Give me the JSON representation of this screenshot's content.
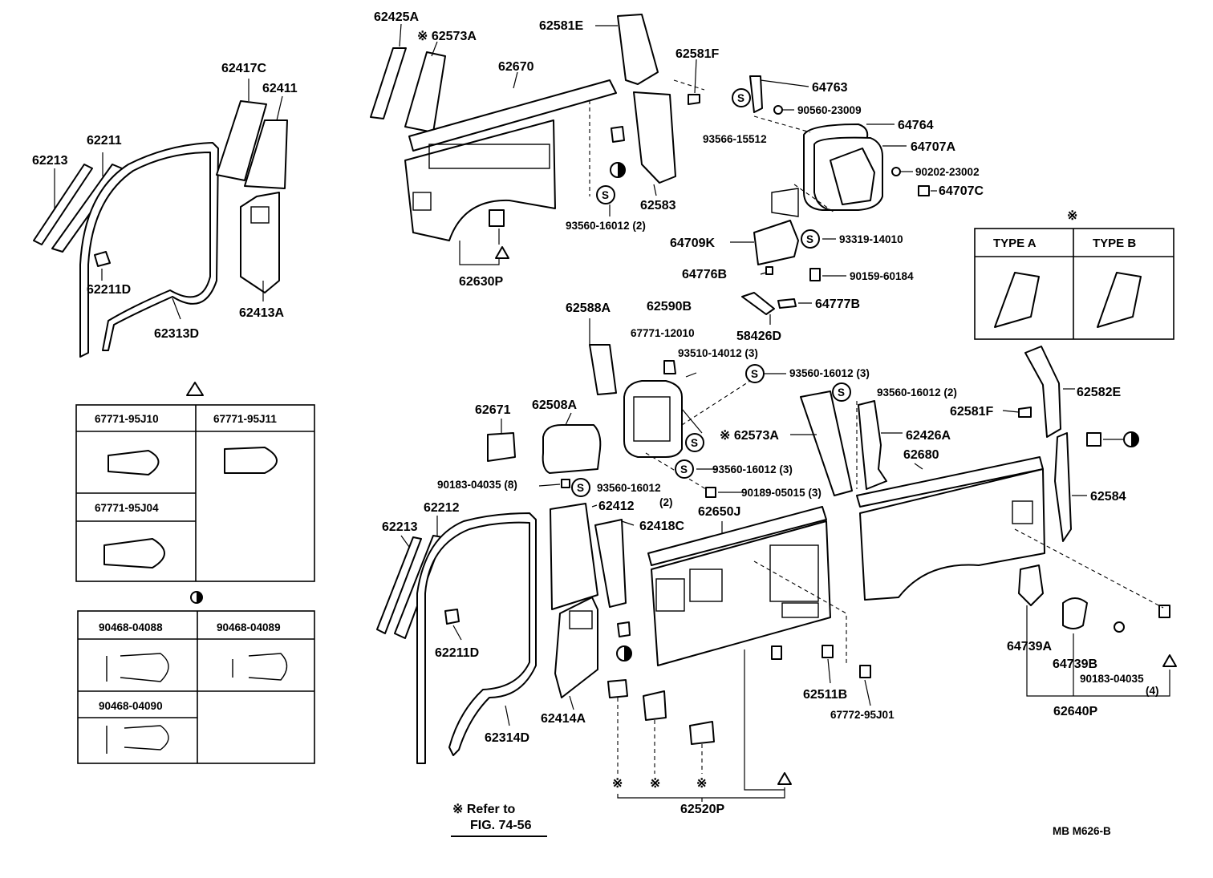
{
  "labels": {
    "p62425A": "62425A",
    "p62573A_top": "※ 62573A",
    "p62581E": "62581E",
    "p62581F_top": "62581F",
    "p62670": "62670",
    "p64763": "64763",
    "p90560_23009": "90560-23009",
    "p64764": "64764",
    "p93566_15512": "93566-15512",
    "p64707A": "64707A",
    "p90202_23002": "90202-23002",
    "p64707C": "64707C",
    "p62583": "62583",
    "p93560_16012_2a": "93560-16012 (2)",
    "p62630P": "62630P",
    "p64709K": "64709K",
    "p93319_14010": "93319-14010",
    "p64776B": "64776B",
    "p90159_60184": "90159-60184",
    "p64777B": "64777B",
    "p58426D": "58426D",
    "p62417C": "62417C",
    "p62411": "62411",
    "p62211": "62211",
    "p62213_top": "62213",
    "p62211D_top": "62211D",
    "p62413A": "62413A",
    "p62313D": "62313D",
    "p62588A": "62588A",
    "p62590B": "62590B",
    "p67771_12010": "67771-12010",
    "p93510_14012_3": "93510-14012 (3)",
    "p93560_16012_3a": "93560-16012 (3)",
    "p93560_16012_2b": "93560-16012 (2)",
    "p62671": "62671",
    "p62508A": "62508A",
    "p62573A_mid": "※ 62573A",
    "p62426A": "62426A",
    "p62680": "62680",
    "p93560_16012_3b": "93560-16012 (3)",
    "p90183_04035_8": "90183-04035 (8)",
    "p93560_16012_2c": "93560-16012",
    "p2c_qty": "(2)",
    "p90189_05015_3": "90189-05015 (3)",
    "p62412": "62412",
    "p62418C": "62418C",
    "p62650J": "62650J",
    "p62212": "62212",
    "p62213_low": "62213",
    "p62211D_low": "62211D",
    "p62314D": "62314D",
    "p62414A": "62414A",
    "p62511B": "62511B",
    "p67772_95J01": "67772-95J01",
    "p62520P": "62520P",
    "p62582E": "62582E",
    "p62581F_right": "62581F",
    "p62584": "62584",
    "p64739A": "64739A",
    "p64739B": "64739B",
    "p90183_04035": "90183-04035",
    "p90183_qty": "(4)",
    "p62640P": "62640P",
    "mark_sym": "※"
  },
  "legend_clips": {
    "marker": "triangle",
    "cells": [
      "67771-95J10",
      "67771-95J11",
      "67771-95J04"
    ]
  },
  "legend_nuts": {
    "marker": "half-circle",
    "cells": [
      "90468-04088",
      "90468-04089",
      "90468-04090"
    ]
  },
  "type_table": {
    "marker": "※",
    "headers": [
      "TYPE A",
      "TYPE B"
    ]
  },
  "footnote": {
    "line1": "※ Refer to",
    "line2": "FIG. 74-56"
  },
  "code": "MB  M626-B",
  "markers": {
    "screw": "S"
  }
}
